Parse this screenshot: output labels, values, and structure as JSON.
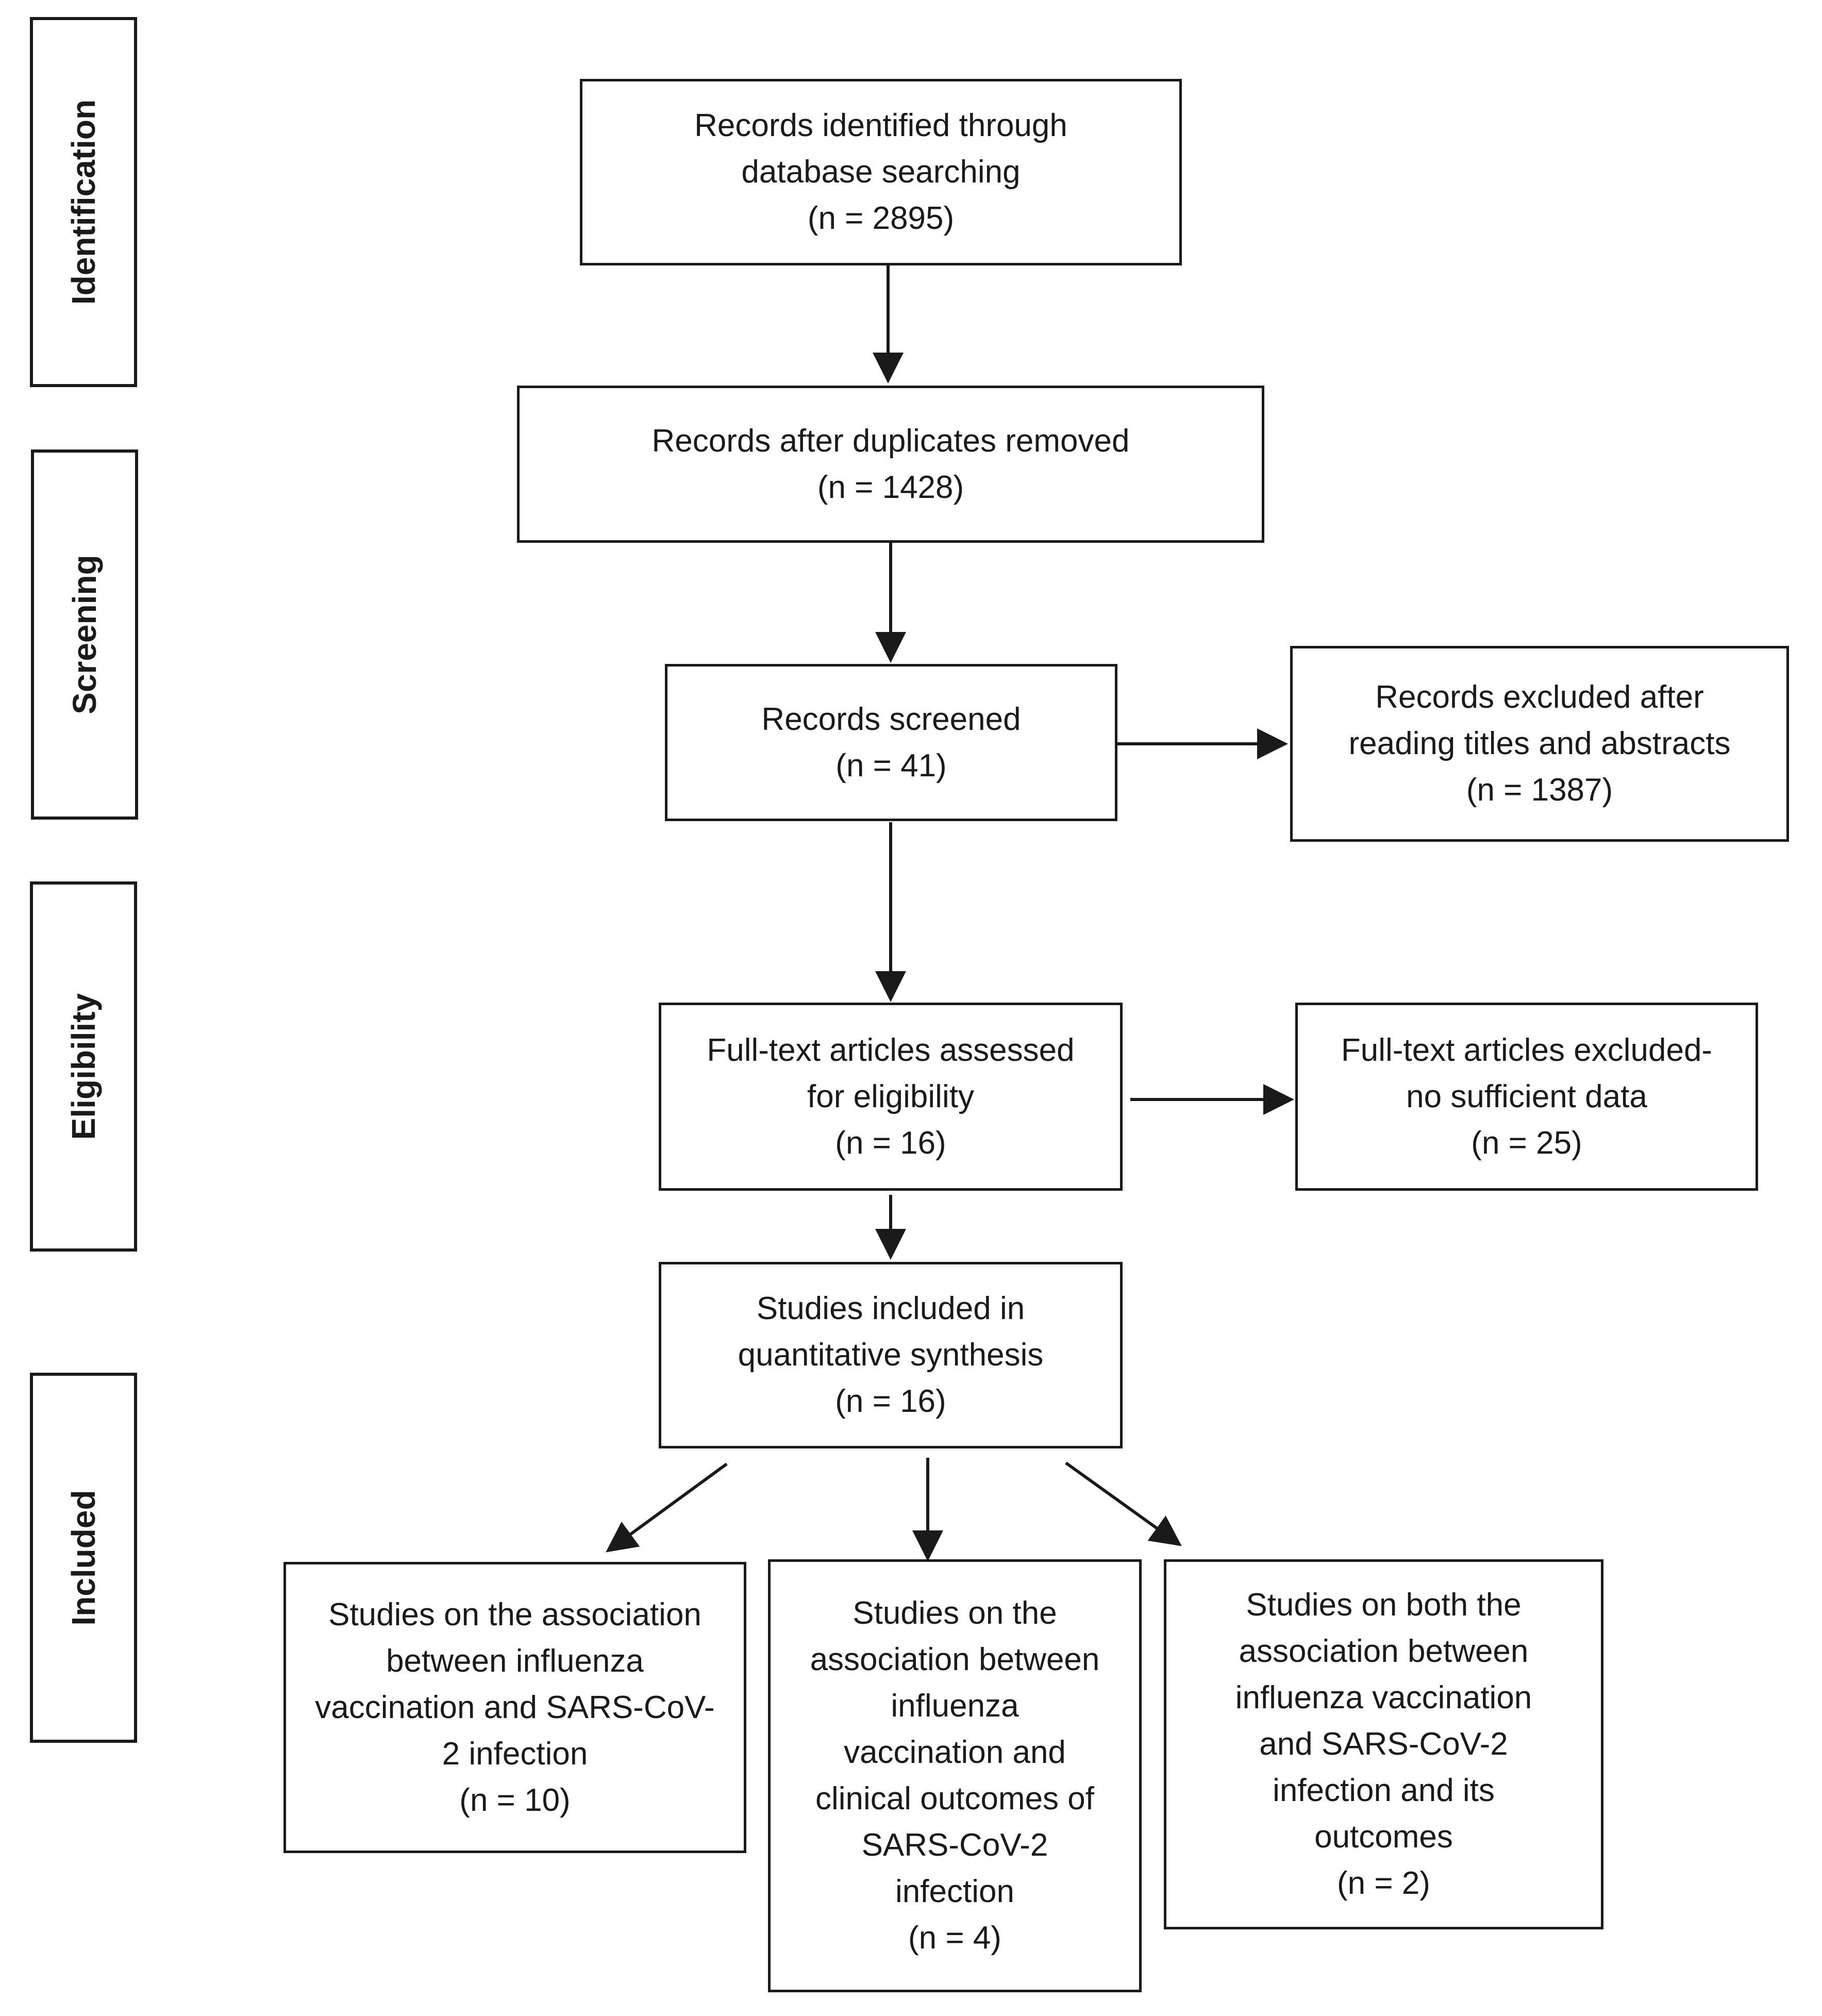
{
  "stages": {
    "identification": "Identification",
    "screening": "Screening",
    "eligibility": "Eligibility",
    "included": "Included"
  },
  "boxes": {
    "identified": {
      "lines": [
        "Records identified through",
        "database searching",
        "(n = 2895)"
      ]
    },
    "duplicates_removed": {
      "lines": [
        "Records after duplicates removed",
        "(n = 1428)"
      ]
    },
    "screened": {
      "lines": [
        "Records screened",
        "(n = 41)"
      ]
    },
    "excluded_titles": {
      "lines": [
        "Records excluded after",
        "reading titles and abstracts",
        "(n = 1387)"
      ]
    },
    "fulltext_assessed": {
      "lines": [
        "Full-text articles assessed",
        "for eligibility",
        "(n = 16)"
      ]
    },
    "fulltext_excluded": {
      "lines": [
        "Full-text articles excluded-",
        "no sufficient data",
        "(n = 25)"
      ]
    },
    "included_quantitative": {
      "lines": [
        "Studies included in",
        "quantitative synthesis",
        "(n = 16)"
      ]
    },
    "infection_studies": {
      "lines": [
        "Studies on the association",
        "between influenza",
        "vaccination and SARS-CoV-",
        "2 infection",
        "(n = 10)"
      ]
    },
    "outcome_studies": {
      "lines": [
        "Studies on the",
        "association between",
        "influenza",
        "vaccination and",
        "clinical outcomes of",
        "SARS-CoV-2",
        "infection",
        "(n = 4)"
      ]
    },
    "both_studies": {
      "lines": [
        "Studies on both the",
        "association between",
        "influenza vaccination",
        "and SARS-CoV-2",
        "infection and its",
        "outcomes",
        "(n = 2)"
      ]
    }
  }
}
